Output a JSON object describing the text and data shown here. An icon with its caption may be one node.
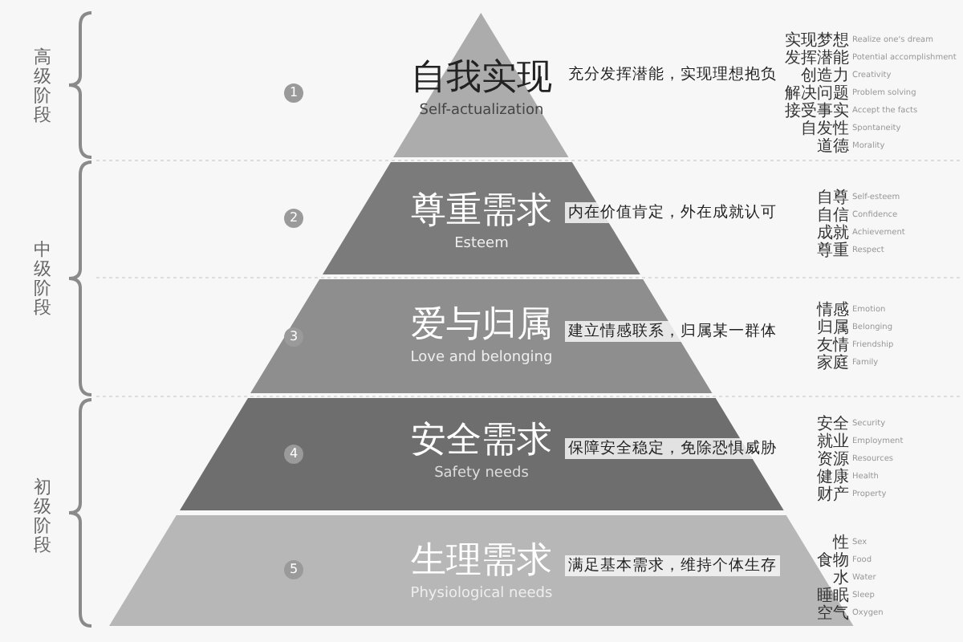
{
  "diagram": {
    "nodes": [
      {
        "text": [
          "自我实现",
          "Self-actualization"
        ],
        "beside": [
          "充分发挥潜能，实现理想抱负"
        ]
      },
      {
        "text": [
          "尊重需求",
          "Esteem"
        ],
        "beside": [
          "内在价值肯定，外在成就认可"
        ]
      },
      {
        "text": [
          "爱与归属",
          "Love and belonging",
          "建立情感联系，归属某一群体"
        ]
      },
      {
        "text": [
          "安全需求",
          "Safety needs",
          "保障安全稳定，免除恐惧威胁"
        ]
      },
      {
        "text": [
          "生理需求",
          "Physiological needs",
          "满足基本需求，维持个体生存"
        ]
      }
    ],
    "edges": [],
    "labels": [
      "高级阶段",
      "中级阶段",
      "初级阶段",
      "1",
      "2",
      "3",
      "4",
      "5",
      "实现梦想",
      "Realize one's dream",
      "发挥潜能",
      "Potential accomplishment",
      "创造力",
      "Creativity",
      "解决问题",
      "Problem solving",
      "接受事实",
      "Accept the facts",
      "自发性",
      "Spontaneity",
      "道德",
      "Morality",
      "自尊",
      "Self-esteem",
      "自信",
      "Confidence",
      "成就",
      "Achievement",
      "尊重",
      "Respect",
      "情感",
      "Emotion",
      "归属",
      "Belonging",
      "友情",
      "Friendship",
      "家庭",
      "Family",
      "安全",
      "Security",
      "就业",
      "Employment",
      "资源",
      "Resources",
      "健康",
      "Health",
      "财产",
      "Property",
      "性",
      "Sex",
      "食物",
      "Food",
      "水",
      "Water",
      "睡眠",
      "Sleep",
      "空气",
      "Oxygen"
    ]
  }
}
